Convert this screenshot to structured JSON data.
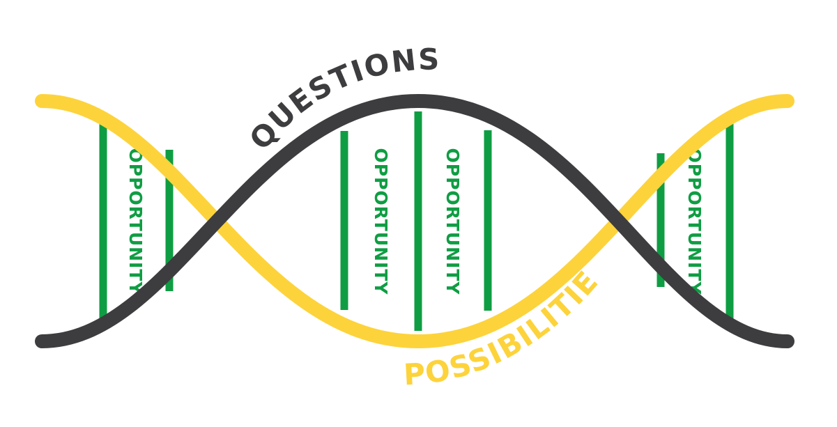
{
  "colors": {
    "dark_strand": "#3d3d3f",
    "yellow_strand": "#fdd33b",
    "rung": "#0f9d43",
    "rung_text": "#0f9d43",
    "questions_text": "#3d3d3f",
    "possibilities_text": "#fdd33b",
    "background": "#ffffff"
  },
  "labels": {
    "questions": "QUESTIONS",
    "possibilities": "POSSIBILITIES",
    "opportunity_1": "OPPORTUNITY",
    "opportunity_2": "OPPORTUNITY",
    "opportunity_3": "OPPORTUNITY",
    "opportunity_4": "OPPORTUNITY"
  }
}
